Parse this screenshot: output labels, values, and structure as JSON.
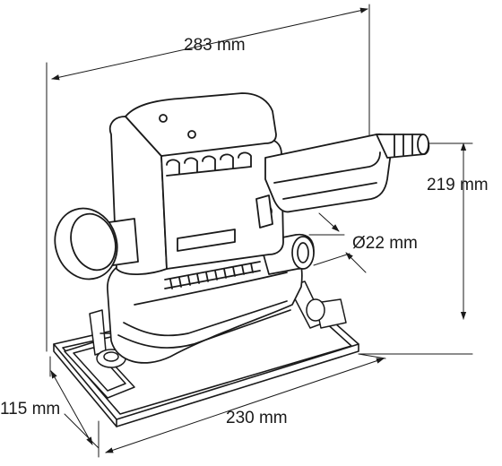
{
  "dimensions": {
    "length": "283 mm",
    "height": "219 mm",
    "dust_port_diameter": "Ø22 mm",
    "pad_length": "230 mm",
    "pad_width": "115 mm"
  }
}
